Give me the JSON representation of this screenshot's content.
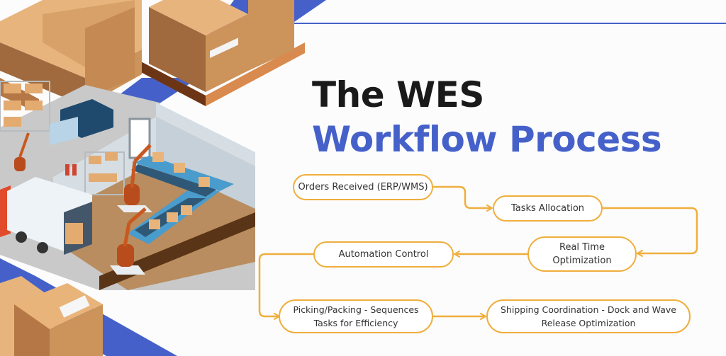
{
  "title": {
    "line1": "The WES",
    "line2": "Workflow Process"
  },
  "colors": {
    "title_dark": "#1a1a1a",
    "title_accent": "#4561c9",
    "node_border": "#f0ae3c",
    "connector": "#f0ae3c",
    "accent_stripe": "#4561c9"
  },
  "illustration": {
    "description": "Isometric warehouse illustration with cardboard boxes on pallets, shelves, robotic arms, conveyor belts and a delivery truck"
  },
  "flow": {
    "nodes": [
      {
        "id": "orders",
        "label": "Orders Received (ERP/WMS)"
      },
      {
        "id": "tasks",
        "label": "Tasks Allocation"
      },
      {
        "id": "realtime",
        "label": "Real Time\nOptimization"
      },
      {
        "id": "automation",
        "label": "Automation Control"
      },
      {
        "id": "picking",
        "label": "Picking/Packing - Sequences\nTasks for Efficiency"
      },
      {
        "id": "shipping",
        "label": "Shipping Coordination - Dock and Wave\nRelease Optimization"
      }
    ],
    "edges": [
      {
        "from": "orders",
        "to": "tasks"
      },
      {
        "from": "tasks",
        "to": "realtime"
      },
      {
        "from": "realtime",
        "to": "automation"
      },
      {
        "from": "automation",
        "to": "picking"
      },
      {
        "from": "picking",
        "to": "shipping"
      }
    ]
  }
}
